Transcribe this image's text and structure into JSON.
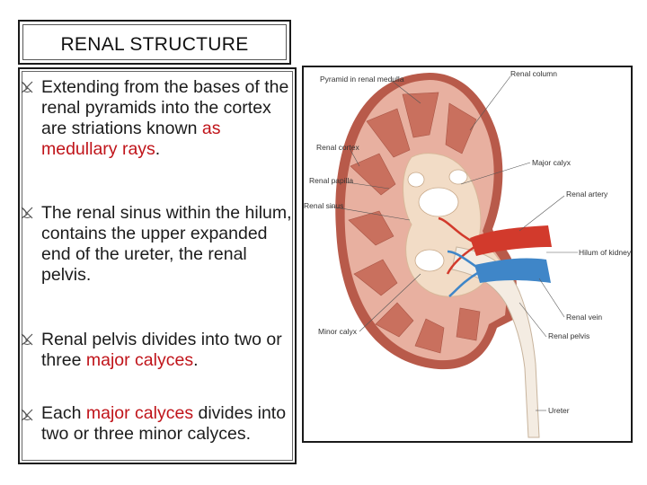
{
  "title": "RENAL STRUCTURE",
  "bullets": [
    {
      "segments": [
        {
          "text": "Extending from the bases of the renal pyramids into the cortex are striations known ",
          "highlight": false
        },
        {
          "text": "as medullary rays",
          "highlight": true
        },
        {
          "text": ".",
          "highlight": false
        }
      ]
    },
    {
      "segments": [
        {
          "text": "The renal sinus within the hilum, contains the upper expanded end of the ureter, the renal pelvis.",
          "highlight": false
        }
      ]
    },
    {
      "segments": [
        {
          "text": "Renal pelvis divides into two or three ",
          "highlight": false
        },
        {
          "text": "major calyces",
          "highlight": true
        },
        {
          "text": ".",
          "highlight": false
        }
      ]
    },
    {
      "segments": [
        {
          "text": "Each ",
          "highlight": false
        },
        {
          "text": "major calyces",
          "highlight": true
        },
        {
          "text": " divides into two or three minor calyces.",
          "highlight": false
        }
      ]
    }
  ],
  "diagram": {
    "labels": {
      "pyramid": "Pyramid in renal medulla",
      "column": "Renal column",
      "cortex": "Renal cortex",
      "major_calyx": "Major calyx",
      "papilla": "Renal papilla",
      "artery": "Renal artery",
      "sinus": "Renal sinus",
      "hilum": "Hilum of kidney",
      "vein": "Renal vein",
      "minor_calyx": "Minor calyx",
      "pelvis": "Renal pelvis",
      "ureter": "Ureter"
    }
  },
  "colors": {
    "highlight": "#c0141a",
    "kidney_capsule": "#b85a4a",
    "cortex": "#e8b0a0",
    "artery": "#d23a2c",
    "vein": "#3f86c8"
  }
}
